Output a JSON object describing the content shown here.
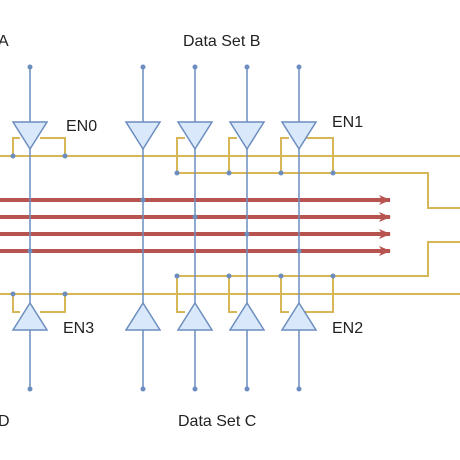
{
  "labels": {
    "data_set_a": "A",
    "data_set_b": "Data Set B",
    "data_set_c": "Data Set C",
    "data_set_d": "D",
    "en0": "EN0",
    "en1": "EN1",
    "en2": "EN2",
    "en3": "EN3"
  },
  "colors": {
    "signal_wire": "#6c8ebf",
    "enable_wire": "#d6b656",
    "bus_arrow": "#b85450",
    "buffer_stroke": "#6c8ebf",
    "buffer_fill": "#dae8fc",
    "text": "#222222"
  },
  "bus_arrow_count": 4,
  "buffer_groups": [
    {
      "name": "data-set-a",
      "orientation": "down",
      "buffers": 1,
      "enable": "EN0"
    },
    {
      "name": "data-set-b",
      "orientation": "down",
      "buffers": 4,
      "enable": "EN1"
    },
    {
      "name": "data-set-c",
      "orientation": "up",
      "buffers": 4,
      "enable": "EN2"
    },
    {
      "name": "data-set-d",
      "orientation": "up",
      "buffers": 1,
      "enable": "EN3"
    }
  ]
}
